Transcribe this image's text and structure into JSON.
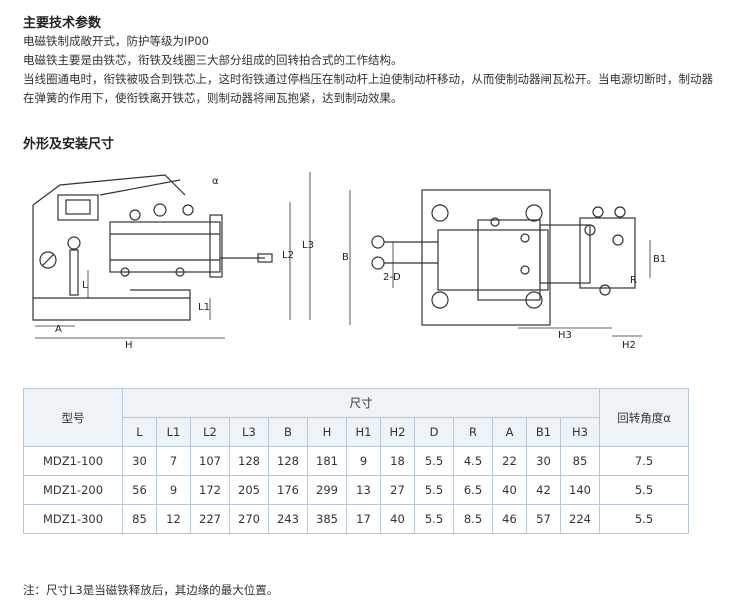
{
  "section1": {
    "heading": "主要技术参数",
    "lines": [
      "电磁铁制成敞开式，防护等级为IP00",
      "电磁铁主要是由铁芯，衔铁及线圈三大部分组成的回转拍合式的工作结构。",
      "当线圈通电时，衔铁被吸合到铁芯上，这时衔铁通过停档压在制动杆上迫使制动杆移动，从而使制动器闸瓦松开。当电源切断时，制动器",
      "在弹簧的作用下，使衔铁离开铁芯，则制动器将闸瓦抱紧，达到制动效果。"
    ]
  },
  "section2": {
    "heading": "外形及安装尺寸"
  },
  "drawing": {
    "left_labels": {
      "alpha": "α",
      "L3": "L3",
      "L2": "L2",
      "L": "L",
      "L1": "L1",
      "A": "A",
      "H": "H"
    },
    "right_labels": {
      "B": "B",
      "D": "2-D",
      "B1": "B1",
      "R": "R",
      "H3": "H3",
      "H2": "H2"
    }
  },
  "table": {
    "col_model": "型号",
    "col_size": "尺寸",
    "col_angle": "回转角度α",
    "dims": [
      "L",
      "L1",
      "L2",
      "L3",
      "B",
      "H",
      "H1",
      "H2",
      "D",
      "R",
      "A",
      "B1",
      "H3"
    ],
    "rows": [
      {
        "model": "MDZ1-100",
        "values": [
          "30",
          "7",
          "107",
          "128",
          "128",
          "181",
          "9",
          "18",
          "5.5",
          "4.5",
          "22",
          "30",
          "85"
        ],
        "angle": "7.5"
      },
      {
        "model": "MDZ1-200",
        "values": [
          "56",
          "9",
          "172",
          "205",
          "176",
          "299",
          "13",
          "27",
          "5.5",
          "6.5",
          "40",
          "42",
          "140"
        ],
        "angle": "5.5"
      },
      {
        "model": "MDZ1-300",
        "values": [
          "85",
          "12",
          "227",
          "270",
          "243",
          "385",
          "17",
          "40",
          "5.5",
          "8.5",
          "46",
          "57",
          "224"
        ],
        "angle": "5.5"
      }
    ]
  },
  "note": "注：尺寸L3是当磁铁释放后，其边缘的最大位置。"
}
